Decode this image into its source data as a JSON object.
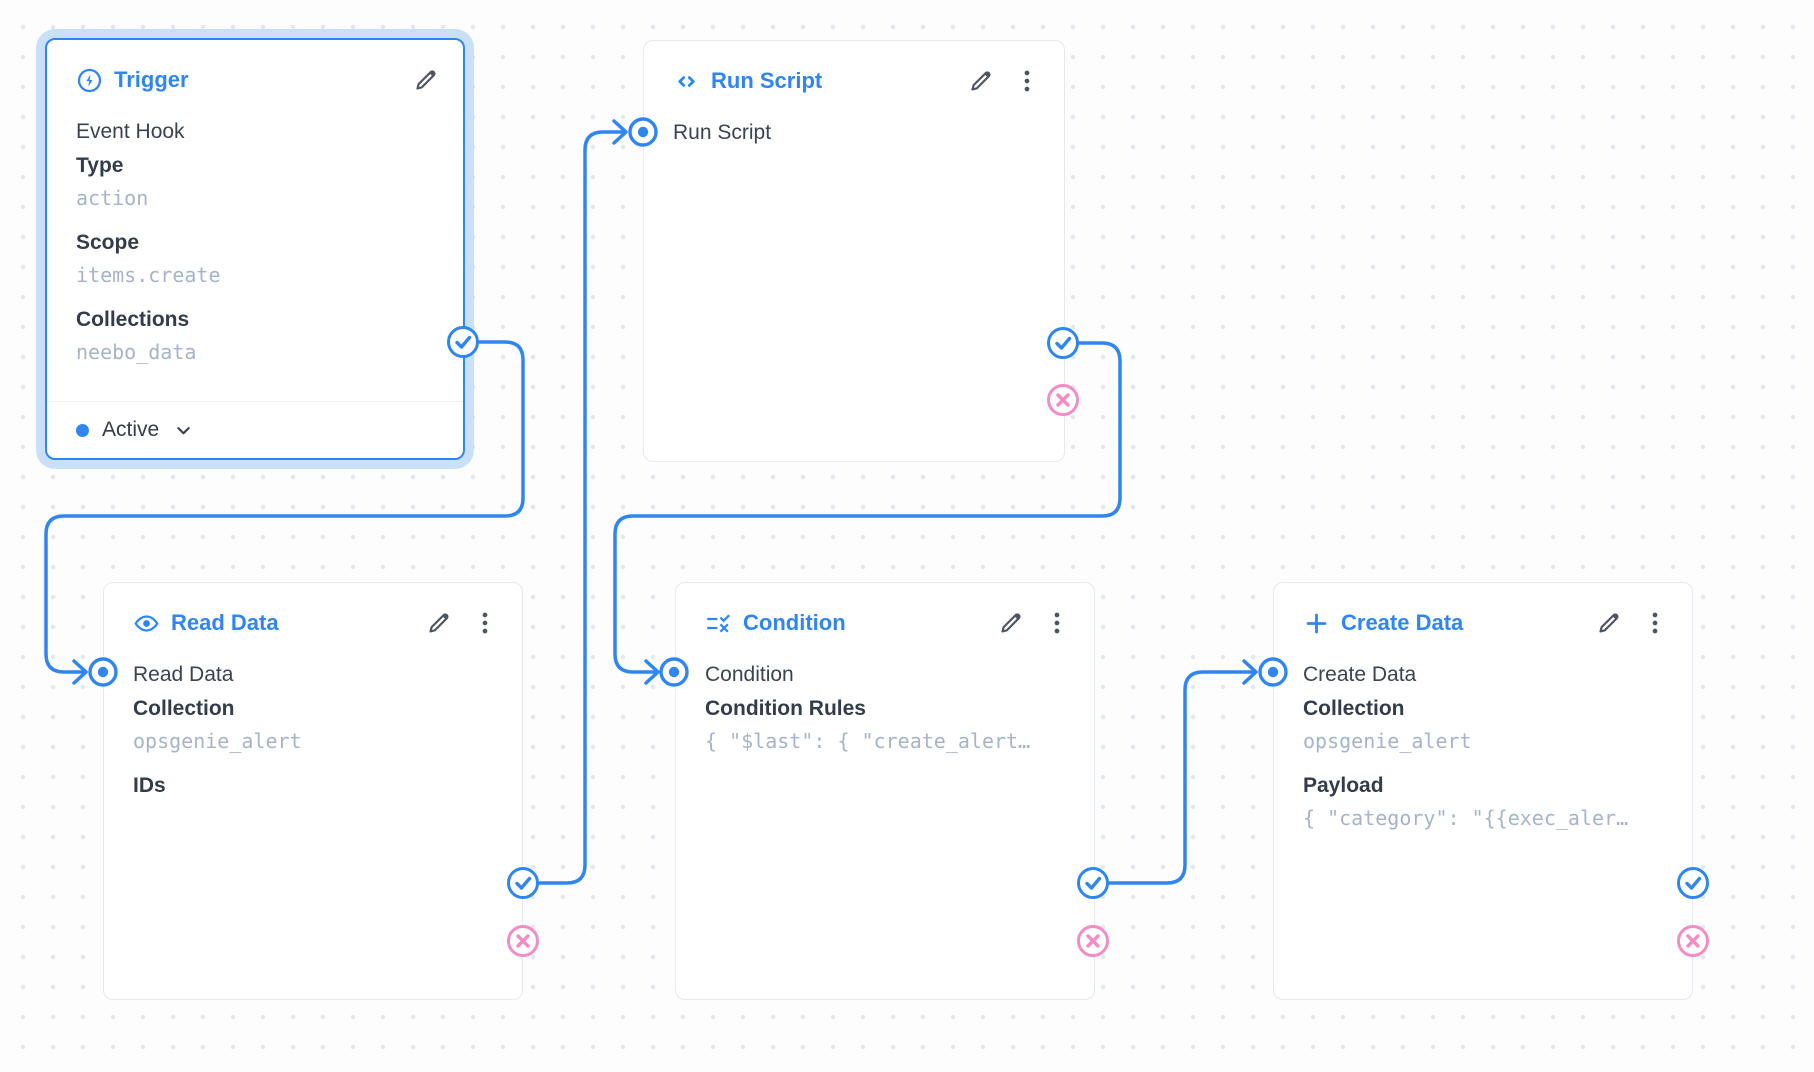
{
  "flow": {
    "trigger": {
      "title": "Trigger",
      "event": "Event Hook",
      "fields": [
        {
          "label": "Type",
          "value": "action"
        },
        {
          "label": "Scope",
          "value": "items.create"
        },
        {
          "label": "Collections",
          "value": "neebo_data"
        }
      ],
      "status": "Active"
    },
    "run_script": {
      "title": "Run Script",
      "input_label": "Run Script"
    },
    "read_data": {
      "title": "Read Data",
      "input_label": "Read Data",
      "fields": [
        {
          "label": "Collection",
          "value": "opsgenie_alert"
        },
        {
          "label": "IDs"
        }
      ]
    },
    "condition": {
      "title": "Condition",
      "input_label": "Condition",
      "fields": [
        {
          "label": "Condition Rules",
          "value": "{ \"$last\": { \"create_alert…"
        }
      ]
    },
    "create_data": {
      "title": "Create Data",
      "input_label": "Create Data",
      "fields": [
        {
          "label": "Collection",
          "value": "opsgenie_alert"
        },
        {
          "label": "Payload",
          "value": "{ \"category\": \"{{exec_aler…"
        }
      ]
    },
    "colors": {
      "accent_blue": "#2f86f0",
      "reject_pink": "#f18cc4",
      "selection_halo": "#c9e0fa",
      "status_active_dot": "#2f86f0"
    }
  }
}
